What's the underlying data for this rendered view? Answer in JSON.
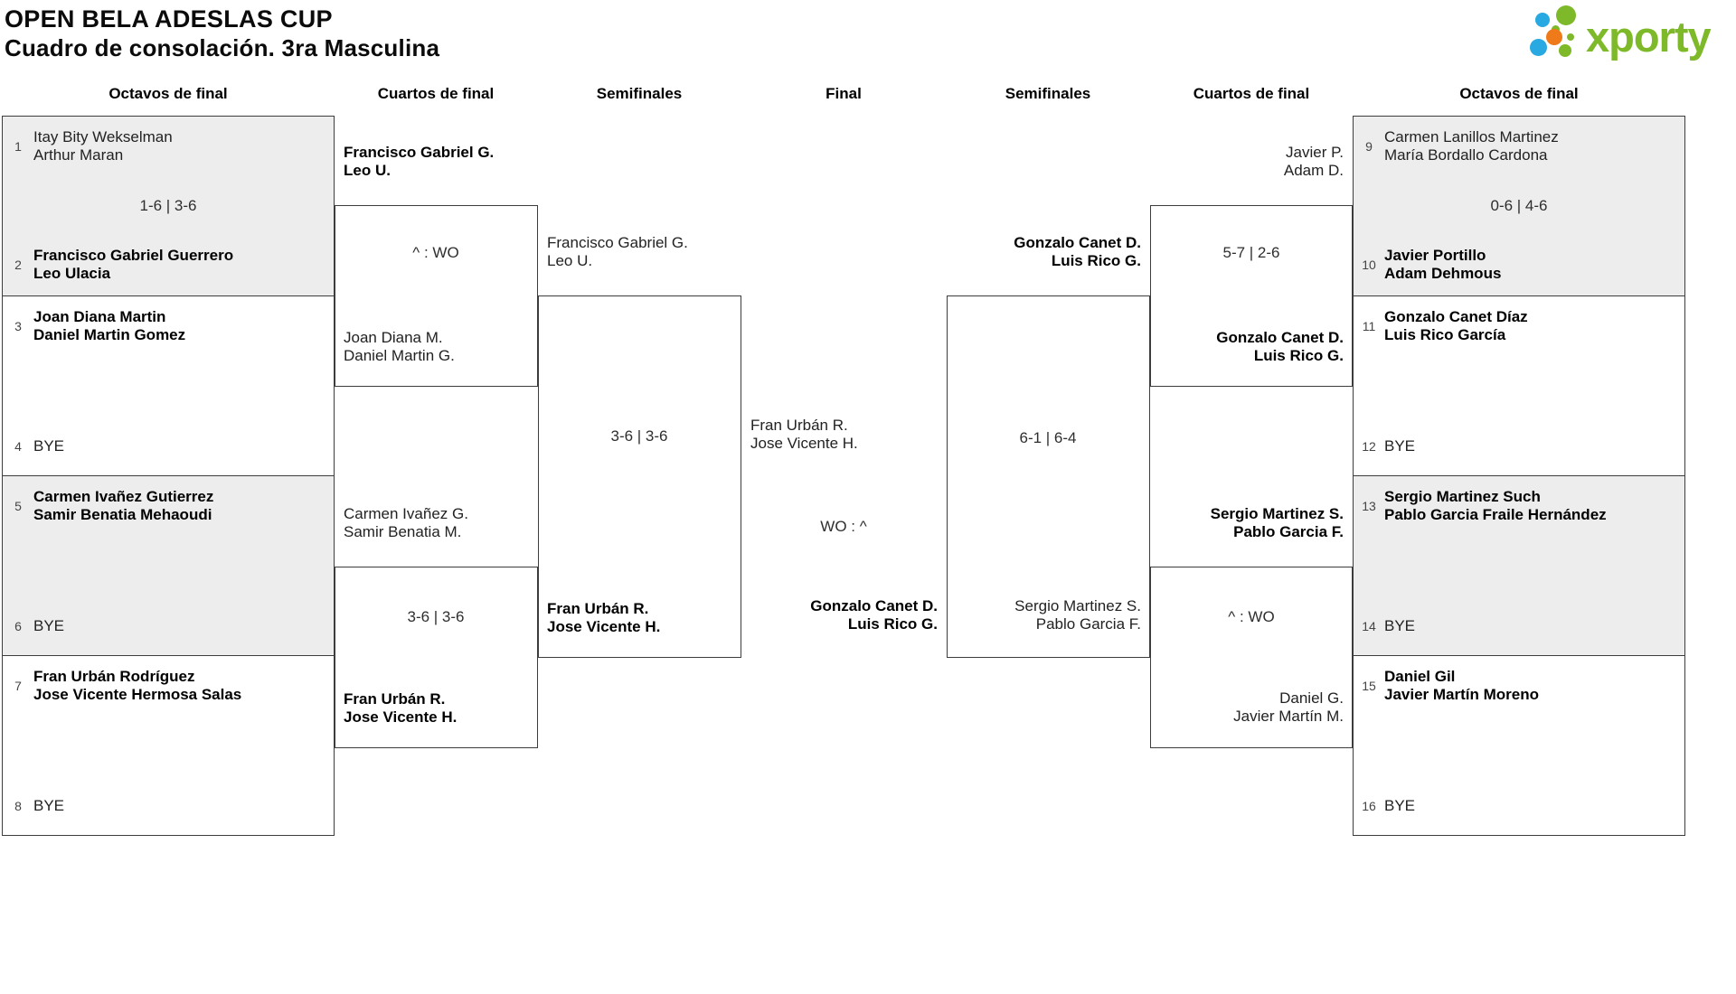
{
  "tournament": {
    "title": "OPEN BELA ADESLAS CUP",
    "subtitle": "Cuadro de consolación. 3ra Masculina"
  },
  "logo": {
    "text": "xporty"
  },
  "colors": {
    "brand_green": "#7db928",
    "dot_blue": "#29a9e1",
    "dot_orange": "#ee7a1a",
    "box_grey": "#ededed",
    "line": "#3d3d3d"
  },
  "rounds": [
    "Octavos de final",
    "Cuartos de final",
    "Semifinales",
    "Final",
    "Semifinales",
    "Cuartos de final",
    "Octavos de final"
  ],
  "bracket": {
    "octavos_left": [
      {
        "score": "1-6 | 3-6",
        "top": {
          "seed": "1",
          "line1": "Itay Bity Wekselman",
          "line2": "Arthur Maran",
          "winner": false
        },
        "bottom": {
          "seed": "2",
          "line1": "Francisco Gabriel Guerrero",
          "line2": "Leo Ulacia",
          "winner": true
        }
      },
      {
        "top": {
          "seed": "3",
          "line1": "Joan Diana Martin",
          "line2": "Daniel Martin Gomez",
          "winner": true
        },
        "bottom": {
          "seed": "4",
          "line1": "BYE",
          "line2": "",
          "winner": false
        }
      },
      {
        "top": {
          "seed": "5",
          "line1": "Carmen Ivañez Gutierrez",
          "line2": "Samir Benatia Mehaoudi",
          "winner": true
        },
        "bottom": {
          "seed": "6",
          "line1": "BYE",
          "line2": "",
          "winner": false
        }
      },
      {
        "top": {
          "seed": "7",
          "line1": "Fran Urbán Rodríguez",
          "line2": "Jose Vicente Hermosa Salas",
          "winner": true
        },
        "bottom": {
          "seed": "8",
          "line1": "BYE",
          "line2": "",
          "winner": false
        }
      }
    ],
    "octavos_right": [
      {
        "score": "0-6 | 4-6",
        "top": {
          "seed": "9",
          "line1": "Carmen Lanillos Martinez",
          "line2": "María Bordallo Cardona",
          "winner": false
        },
        "bottom": {
          "seed": "10",
          "line1": "Javier Portillo",
          "line2": "Adam Dehmous",
          "winner": true
        }
      },
      {
        "top": {
          "seed": "11",
          "line1": "Gonzalo Canet Díaz",
          "line2": "Luis Rico García",
          "winner": true
        },
        "bottom": {
          "seed": "12",
          "line1": "BYE",
          "line2": "",
          "winner": false
        }
      },
      {
        "top": {
          "seed": "13",
          "line1": "Sergio Martinez Such",
          "line2": "Pablo Garcia Fraile Hernández",
          "winner": true
        },
        "bottom": {
          "seed": "14",
          "line1": "BYE",
          "line2": "",
          "winner": false
        }
      },
      {
        "top": {
          "seed": "15",
          "line1": "Daniel Gil",
          "line2": "Javier Martín Moreno",
          "winner": true
        },
        "bottom": {
          "seed": "16",
          "line1": "BYE",
          "line2": "",
          "winner": false
        }
      }
    ],
    "cuartos_left": [
      {
        "score": "^ : WO",
        "top": {
          "line1": "Francisco Gabriel G.",
          "line2": "Leo U.",
          "winner": true
        },
        "bottom": {
          "line1": "Joan Diana M.",
          "line2": "Daniel Martin G.",
          "winner": false
        }
      },
      {
        "score": "3-6 | 3-6",
        "top": {
          "line1": "Carmen Ivañez G.",
          "line2": "Samir Benatia M.",
          "winner": false
        },
        "bottom": {
          "line1": "Fran Urbán R.",
          "line2": "Jose Vicente H.",
          "winner": true
        }
      }
    ],
    "cuartos_right": [
      {
        "score": "5-7 | 2-6",
        "top": {
          "line1": "Javier P.",
          "line2": "Adam D.",
          "winner": false
        },
        "bottom": {
          "line1": "Gonzalo Canet D.",
          "line2": "Luis Rico G.",
          "winner": true
        }
      },
      {
        "score": "^ : WO",
        "top": {
          "line1": "Sergio Martinez S.",
          "line2": "Pablo Garcia F.",
          "winner": true
        },
        "bottom": {
          "line1": "Daniel G.",
          "line2": "Javier Martín M.",
          "winner": false
        }
      }
    ],
    "semis_left": {
      "score": "3-6 | 3-6",
      "top": {
        "line1": "Francisco Gabriel G.",
        "line2": "Leo U.",
        "winner": false
      },
      "bottom": {
        "line1": "Fran Urbán R.",
        "line2": "Jose Vicente H.",
        "winner": true
      }
    },
    "semis_right": {
      "score": "6-1 | 6-4",
      "top": {
        "line1": "Gonzalo Canet D.",
        "line2": "Luis Rico G.",
        "winner": true
      },
      "bottom": {
        "line1": "Sergio Martinez S.",
        "line2": "Pablo Garcia F.",
        "winner": false
      }
    },
    "final": {
      "score": "WO : ^",
      "top": {
        "line1": "Fran Urbán R.",
        "line2": "Jose Vicente H.",
        "winner": false
      },
      "bottom": {
        "line1": "Gonzalo Canet D.",
        "line2": "Luis Rico G.",
        "winner": true
      }
    }
  }
}
